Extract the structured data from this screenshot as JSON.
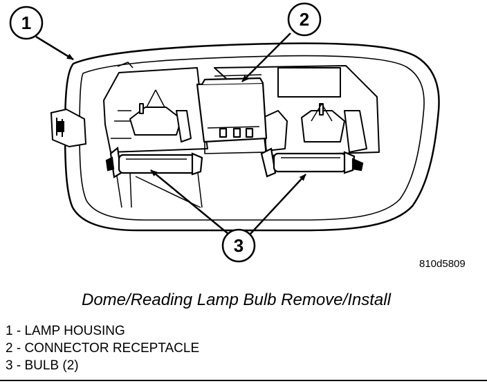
{
  "callouts": [
    {
      "number": "1"
    },
    {
      "number": "2"
    },
    {
      "number": "3"
    }
  ],
  "figure_id": "810d5809",
  "caption": "Dome/Reading Lamp Bulb Remove/Install",
  "legend": [
    "1 - LAMP HOUSING",
    "2 - CONNECTOR RECEPTACLE",
    "3 - BULB (2)"
  ]
}
